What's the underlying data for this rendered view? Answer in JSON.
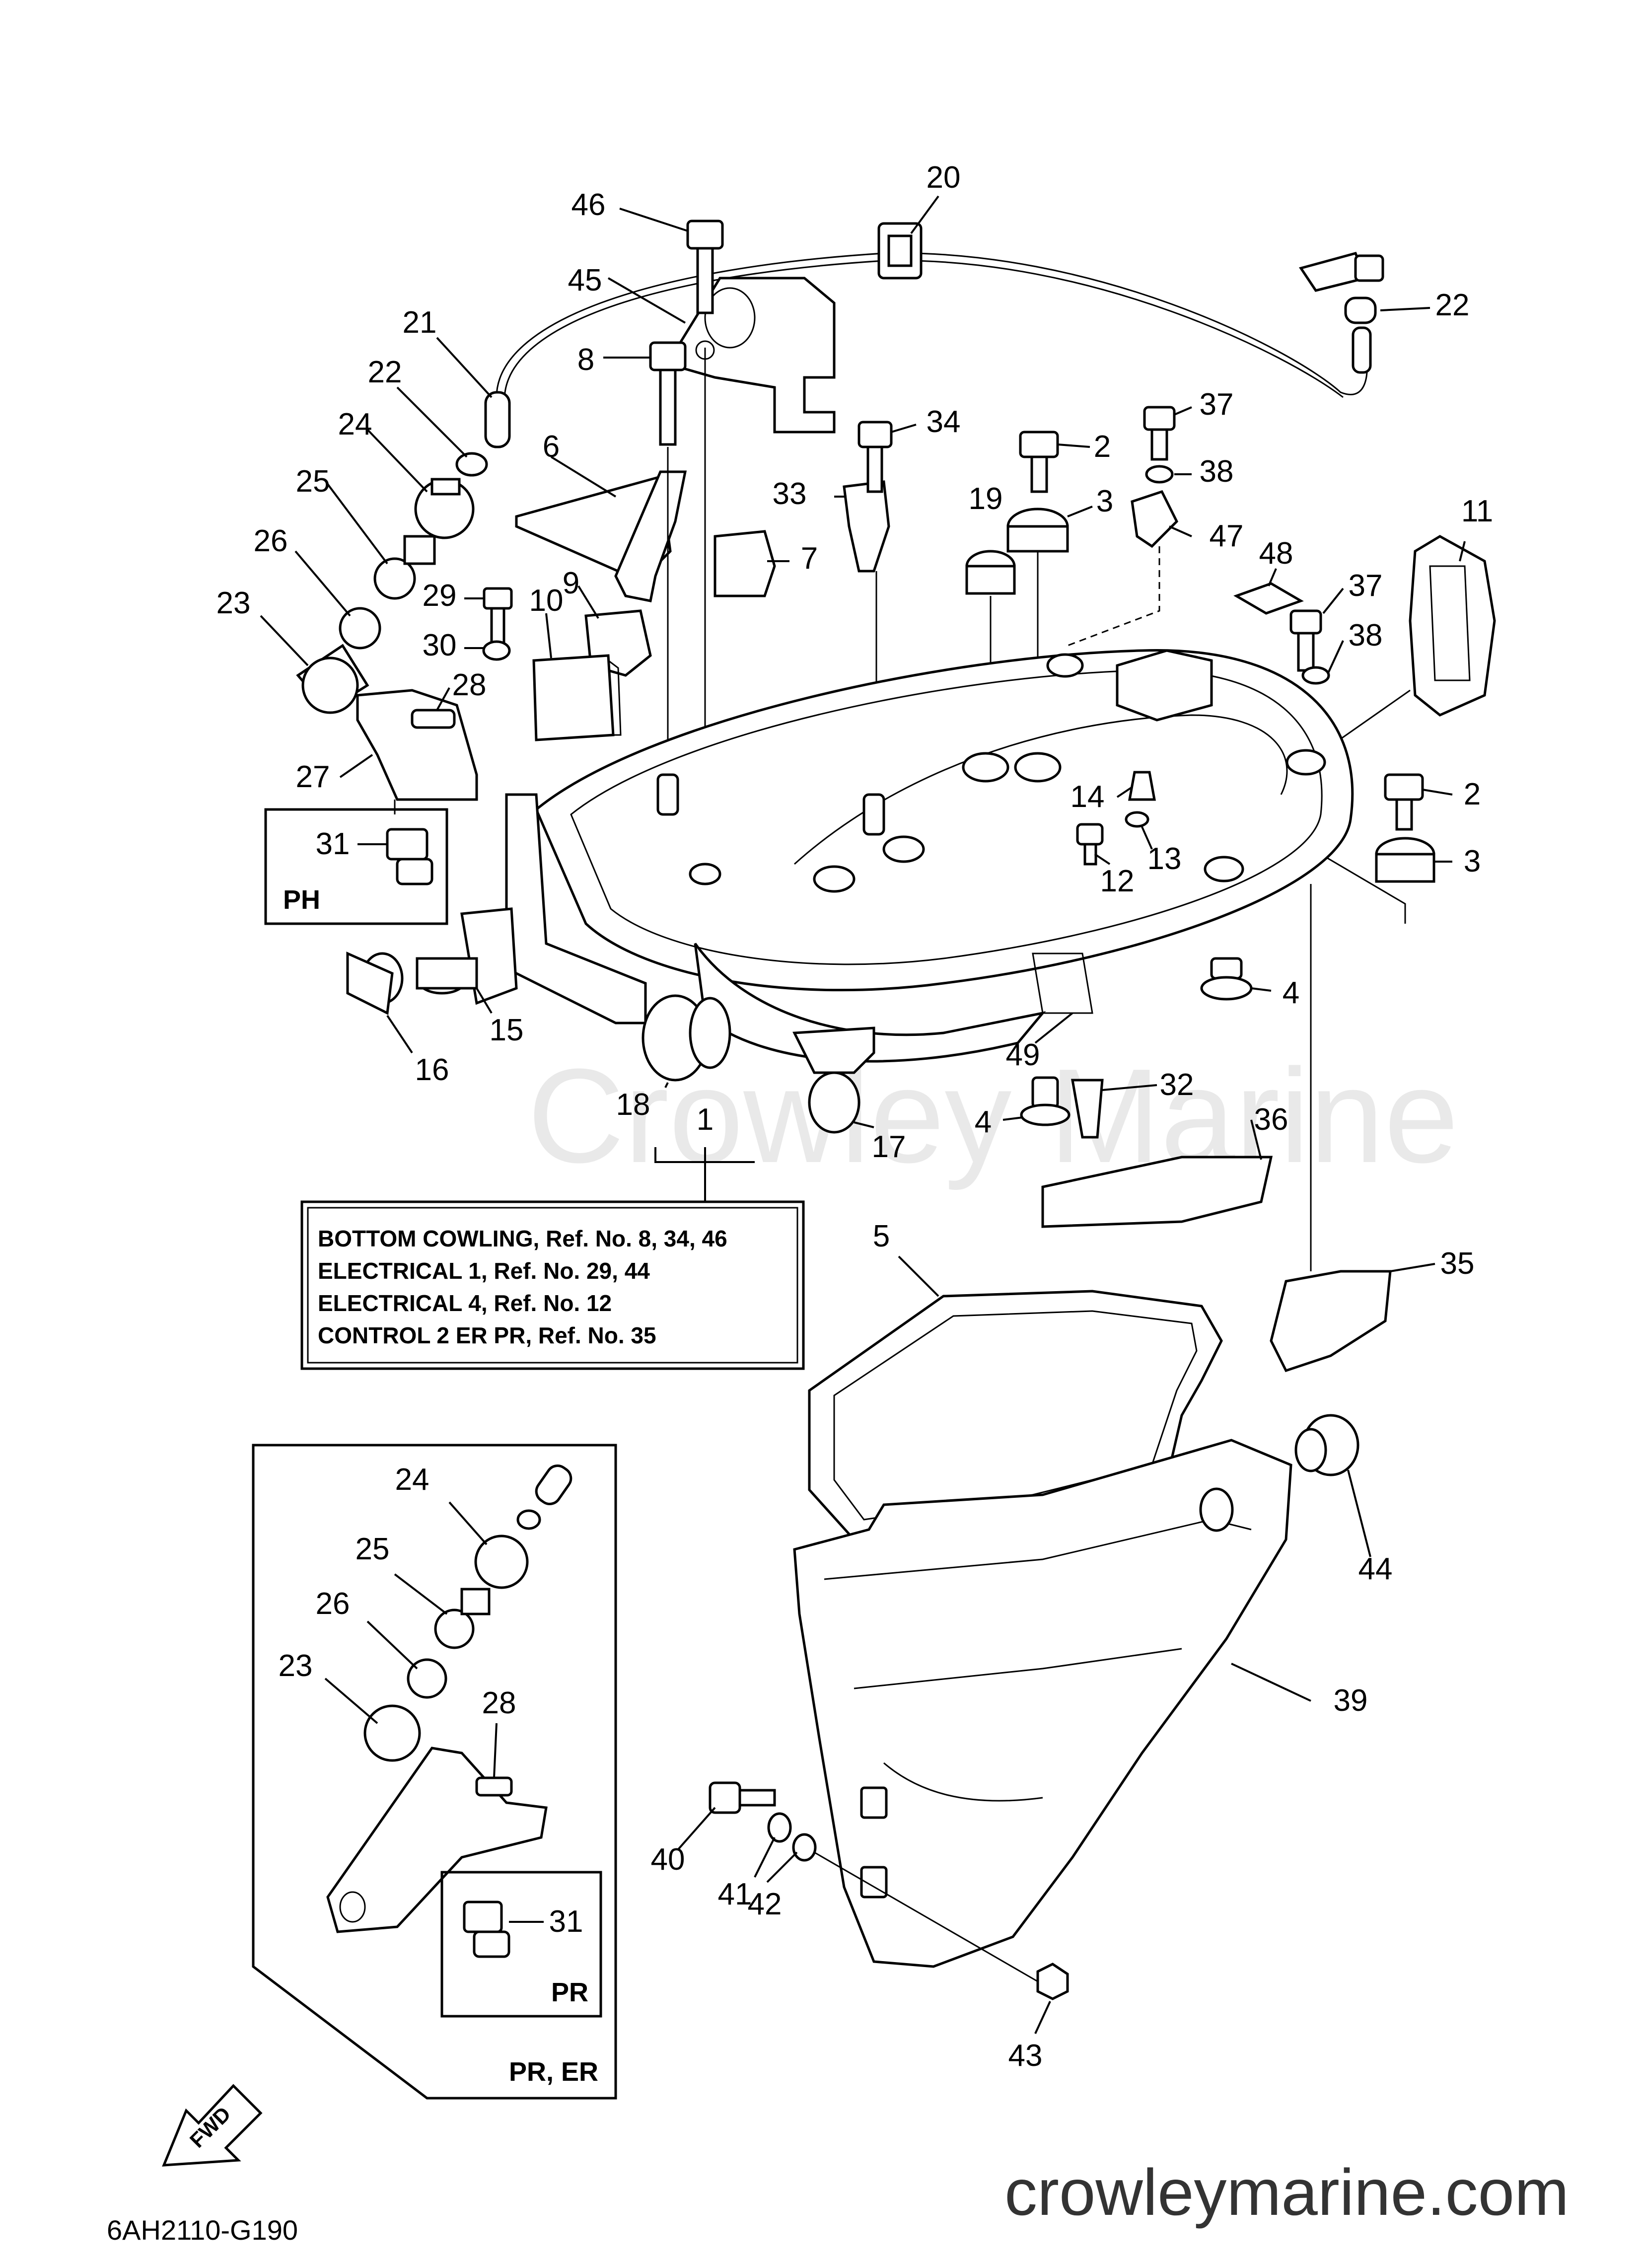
{
  "callouts": [
    {
      "id": "c46",
      "label": "46"
    },
    {
      "id": "c20",
      "label": "20"
    },
    {
      "id": "c45",
      "label": "45"
    },
    {
      "id": "c22a",
      "label": "22"
    },
    {
      "id": "c21",
      "label": "21"
    },
    {
      "id": "c22b",
      "label": "22"
    },
    {
      "id": "c8",
      "label": "8"
    },
    {
      "id": "c34",
      "label": "34"
    },
    {
      "id": "c37a",
      "label": "37"
    },
    {
      "id": "c2a",
      "label": "2"
    },
    {
      "id": "c38a",
      "label": "38"
    },
    {
      "id": "c24a",
      "label": "24"
    },
    {
      "id": "c6",
      "label": "6"
    },
    {
      "id": "c33",
      "label": "33"
    },
    {
      "id": "c19",
      "label": "19"
    },
    {
      "id": "c3a",
      "label": "3"
    },
    {
      "id": "c47",
      "label": "47"
    },
    {
      "id": "c11",
      "label": "11"
    },
    {
      "id": "c25a",
      "label": "25"
    },
    {
      "id": "c26a",
      "label": "26"
    },
    {
      "id": "c7",
      "label": "7"
    },
    {
      "id": "c48",
      "label": "48"
    },
    {
      "id": "c9",
      "label": "9"
    },
    {
      "id": "c29",
      "label": "29"
    },
    {
      "id": "c37b",
      "label": "37"
    },
    {
      "id": "c23a",
      "label": "23"
    },
    {
      "id": "c10",
      "label": "10"
    },
    {
      "id": "c30",
      "label": "30"
    },
    {
      "id": "c38b",
      "label": "38"
    },
    {
      "id": "c28a",
      "label": "28"
    },
    {
      "id": "c27",
      "label": "27"
    },
    {
      "id": "c2b",
      "label": "2"
    },
    {
      "id": "c14",
      "label": "14"
    },
    {
      "id": "c31a",
      "label": "31"
    },
    {
      "id": "c13",
      "label": "13"
    },
    {
      "id": "c3b",
      "label": "3"
    },
    {
      "id": "c12",
      "label": "12"
    },
    {
      "id": "c15",
      "label": "15"
    },
    {
      "id": "c4a",
      "label": "4"
    },
    {
      "id": "c16",
      "label": "16"
    },
    {
      "id": "c49",
      "label": "49"
    },
    {
      "id": "c32",
      "label": "32"
    },
    {
      "id": "c18",
      "label": "18"
    },
    {
      "id": "c1",
      "label": "1"
    },
    {
      "id": "c36",
      "label": "36"
    },
    {
      "id": "c4b",
      "label": "4"
    },
    {
      "id": "c17",
      "label": "17"
    },
    {
      "id": "c5",
      "label": "5"
    },
    {
      "id": "c35",
      "label": "35"
    },
    {
      "id": "c24b",
      "label": "24"
    },
    {
      "id": "c44",
      "label": "44"
    },
    {
      "id": "c25b",
      "label": "25"
    },
    {
      "id": "c26b",
      "label": "26"
    },
    {
      "id": "c39",
      "label": "39"
    },
    {
      "id": "c23b",
      "label": "23"
    },
    {
      "id": "c28b",
      "label": "28"
    },
    {
      "id": "c40",
      "label": "40"
    },
    {
      "id": "c41",
      "label": "41"
    },
    {
      "id": "c42",
      "label": "42"
    },
    {
      "id": "c31b",
      "label": "31"
    },
    {
      "id": "c43",
      "label": "43"
    }
  ],
  "notes": {
    "reference_box": [
      "BOTTOM COWLING, Ref. No. 8, 34, 46",
      "ELECTRICAL 1, Ref. No. 29, 44",
      "ELECTRICAL 4, Ref. No. 12",
      "CONTROL 2 ER PR, Ref. No. 35"
    ],
    "variant_ph": "PH",
    "variant_pr": "PR",
    "variant_pr_er": "PR, ER"
  },
  "watermark": "Crowley Marine",
  "site": "crowleymarine.com",
  "diagram_code": "6AH2110-G190",
  "fwd_label": "FWD"
}
